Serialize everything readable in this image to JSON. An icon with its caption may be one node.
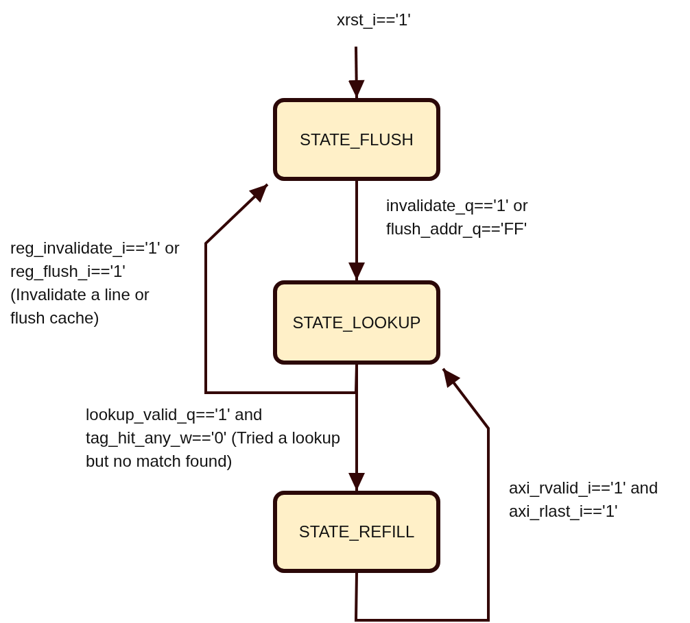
{
  "diagram": {
    "nodes": [
      {
        "text": [
          "STATE_FLUSH"
        ]
      },
      {
        "text": [
          "STATE_LOOKUP"
        ]
      },
      {
        "text": [
          "STATE_REFILL"
        ]
      }
    ],
    "edges": [
      {
        "from": null,
        "to": 0,
        "arrow": "to",
        "label": "xrst_i=='1'"
      },
      {
        "from": 0,
        "to": 1,
        "arrow": "to",
        "label": "invalidate_q=='1' or flush_addr_q=='FF'"
      },
      {
        "from": 1,
        "to": 0,
        "arrow": "to",
        "label": "reg_invalidate_i=='1' or reg_flush_i=='1' (Invalidate a line or flush cache)"
      },
      {
        "from": 1,
        "to": 2,
        "arrow": "to",
        "label": "lookup_valid_q=='1' and tag_hit_any_w=='0' (Tried a lookup but no match found)"
      },
      {
        "from": 2,
        "to": 1,
        "arrow": "to",
        "label": "axi_rvalid_i=='1' and axi_rlast_i=='1'"
      }
    ]
  }
}
